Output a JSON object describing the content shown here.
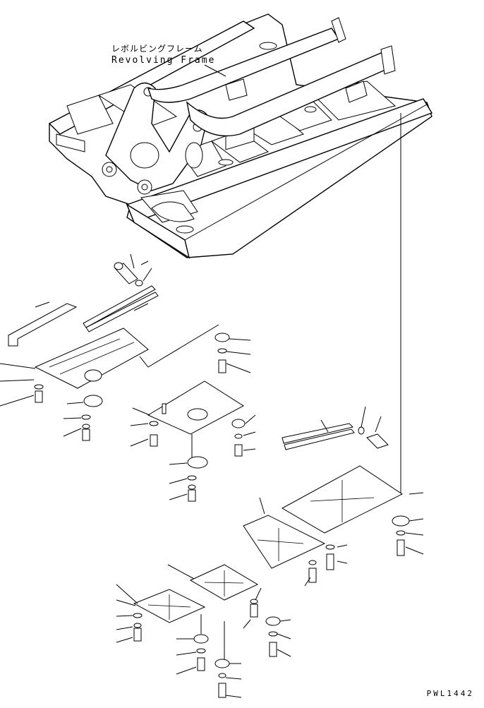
{
  "diagram": {
    "part_label_jp": "レボルビングフレーム",
    "part_label_en": "Revolving Frame",
    "drawing_code": "PWL1442"
  },
  "colors": {
    "line": "#000000",
    "background": "#ffffff"
  }
}
